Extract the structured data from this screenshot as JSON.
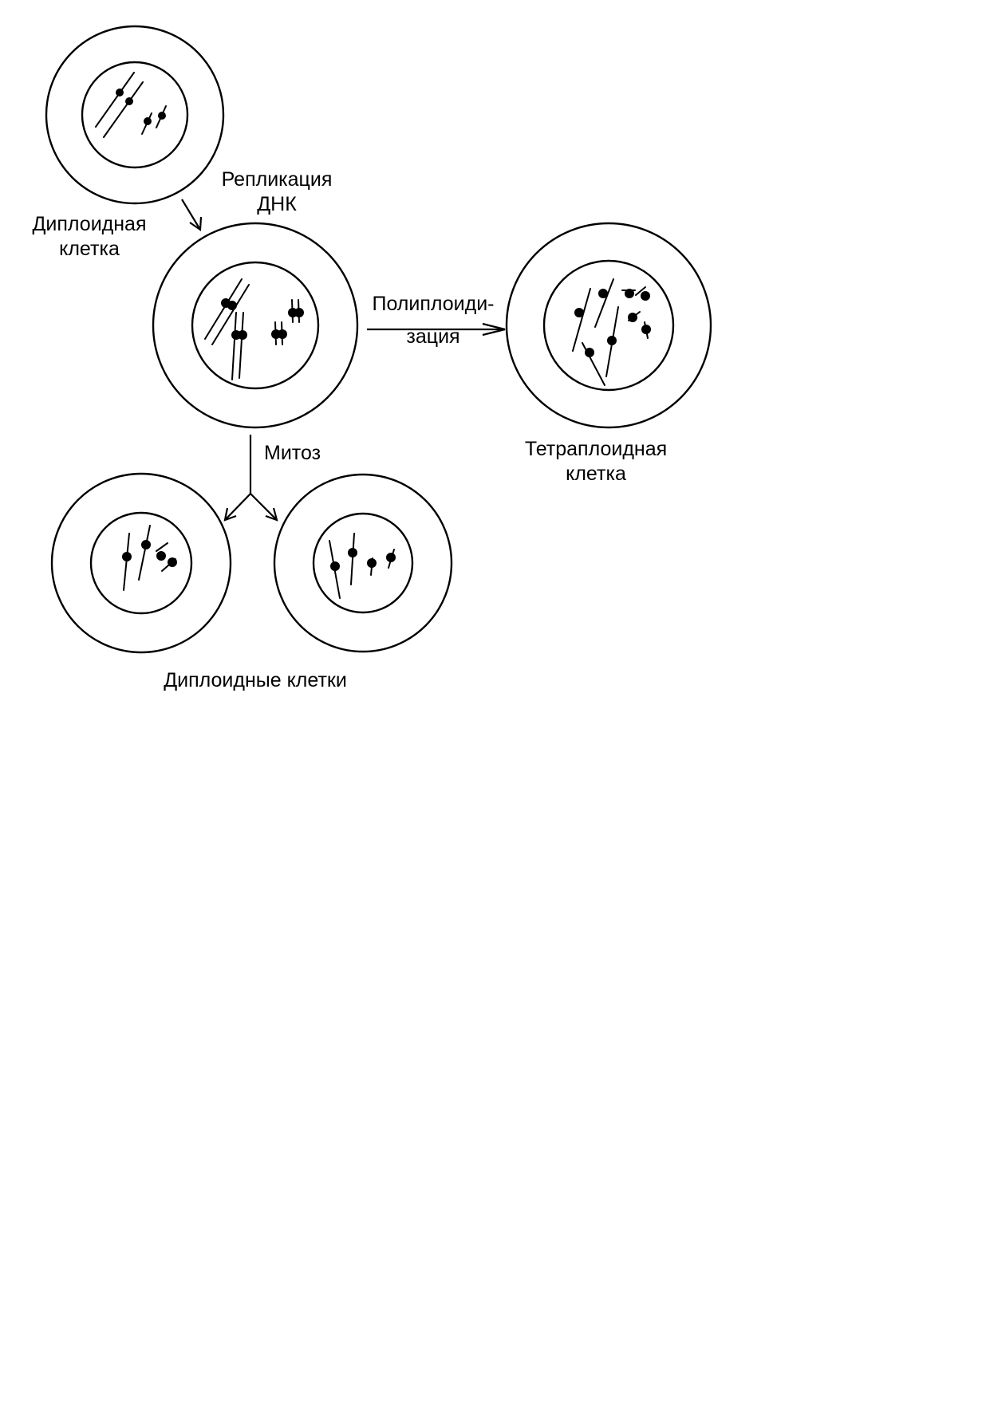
{
  "labels": {
    "diploid_cell": {
      "line1": "Диплоидная",
      "line2": "клетка"
    },
    "dna_replication": {
      "line1": "Репликация",
      "line2": "ДНК"
    },
    "polyploidization": {
      "line1": "Полиплоиди-",
      "line2": "зация"
    },
    "mitosis": "Митоз",
    "tetraploid_cell": {
      "line1": "Тетраплоидная",
      "line2": "клетка"
    },
    "diploid_cells": "Диплоидные клетки"
  },
  "colors": {
    "stroke": "#000000",
    "background": "#ffffff"
  }
}
